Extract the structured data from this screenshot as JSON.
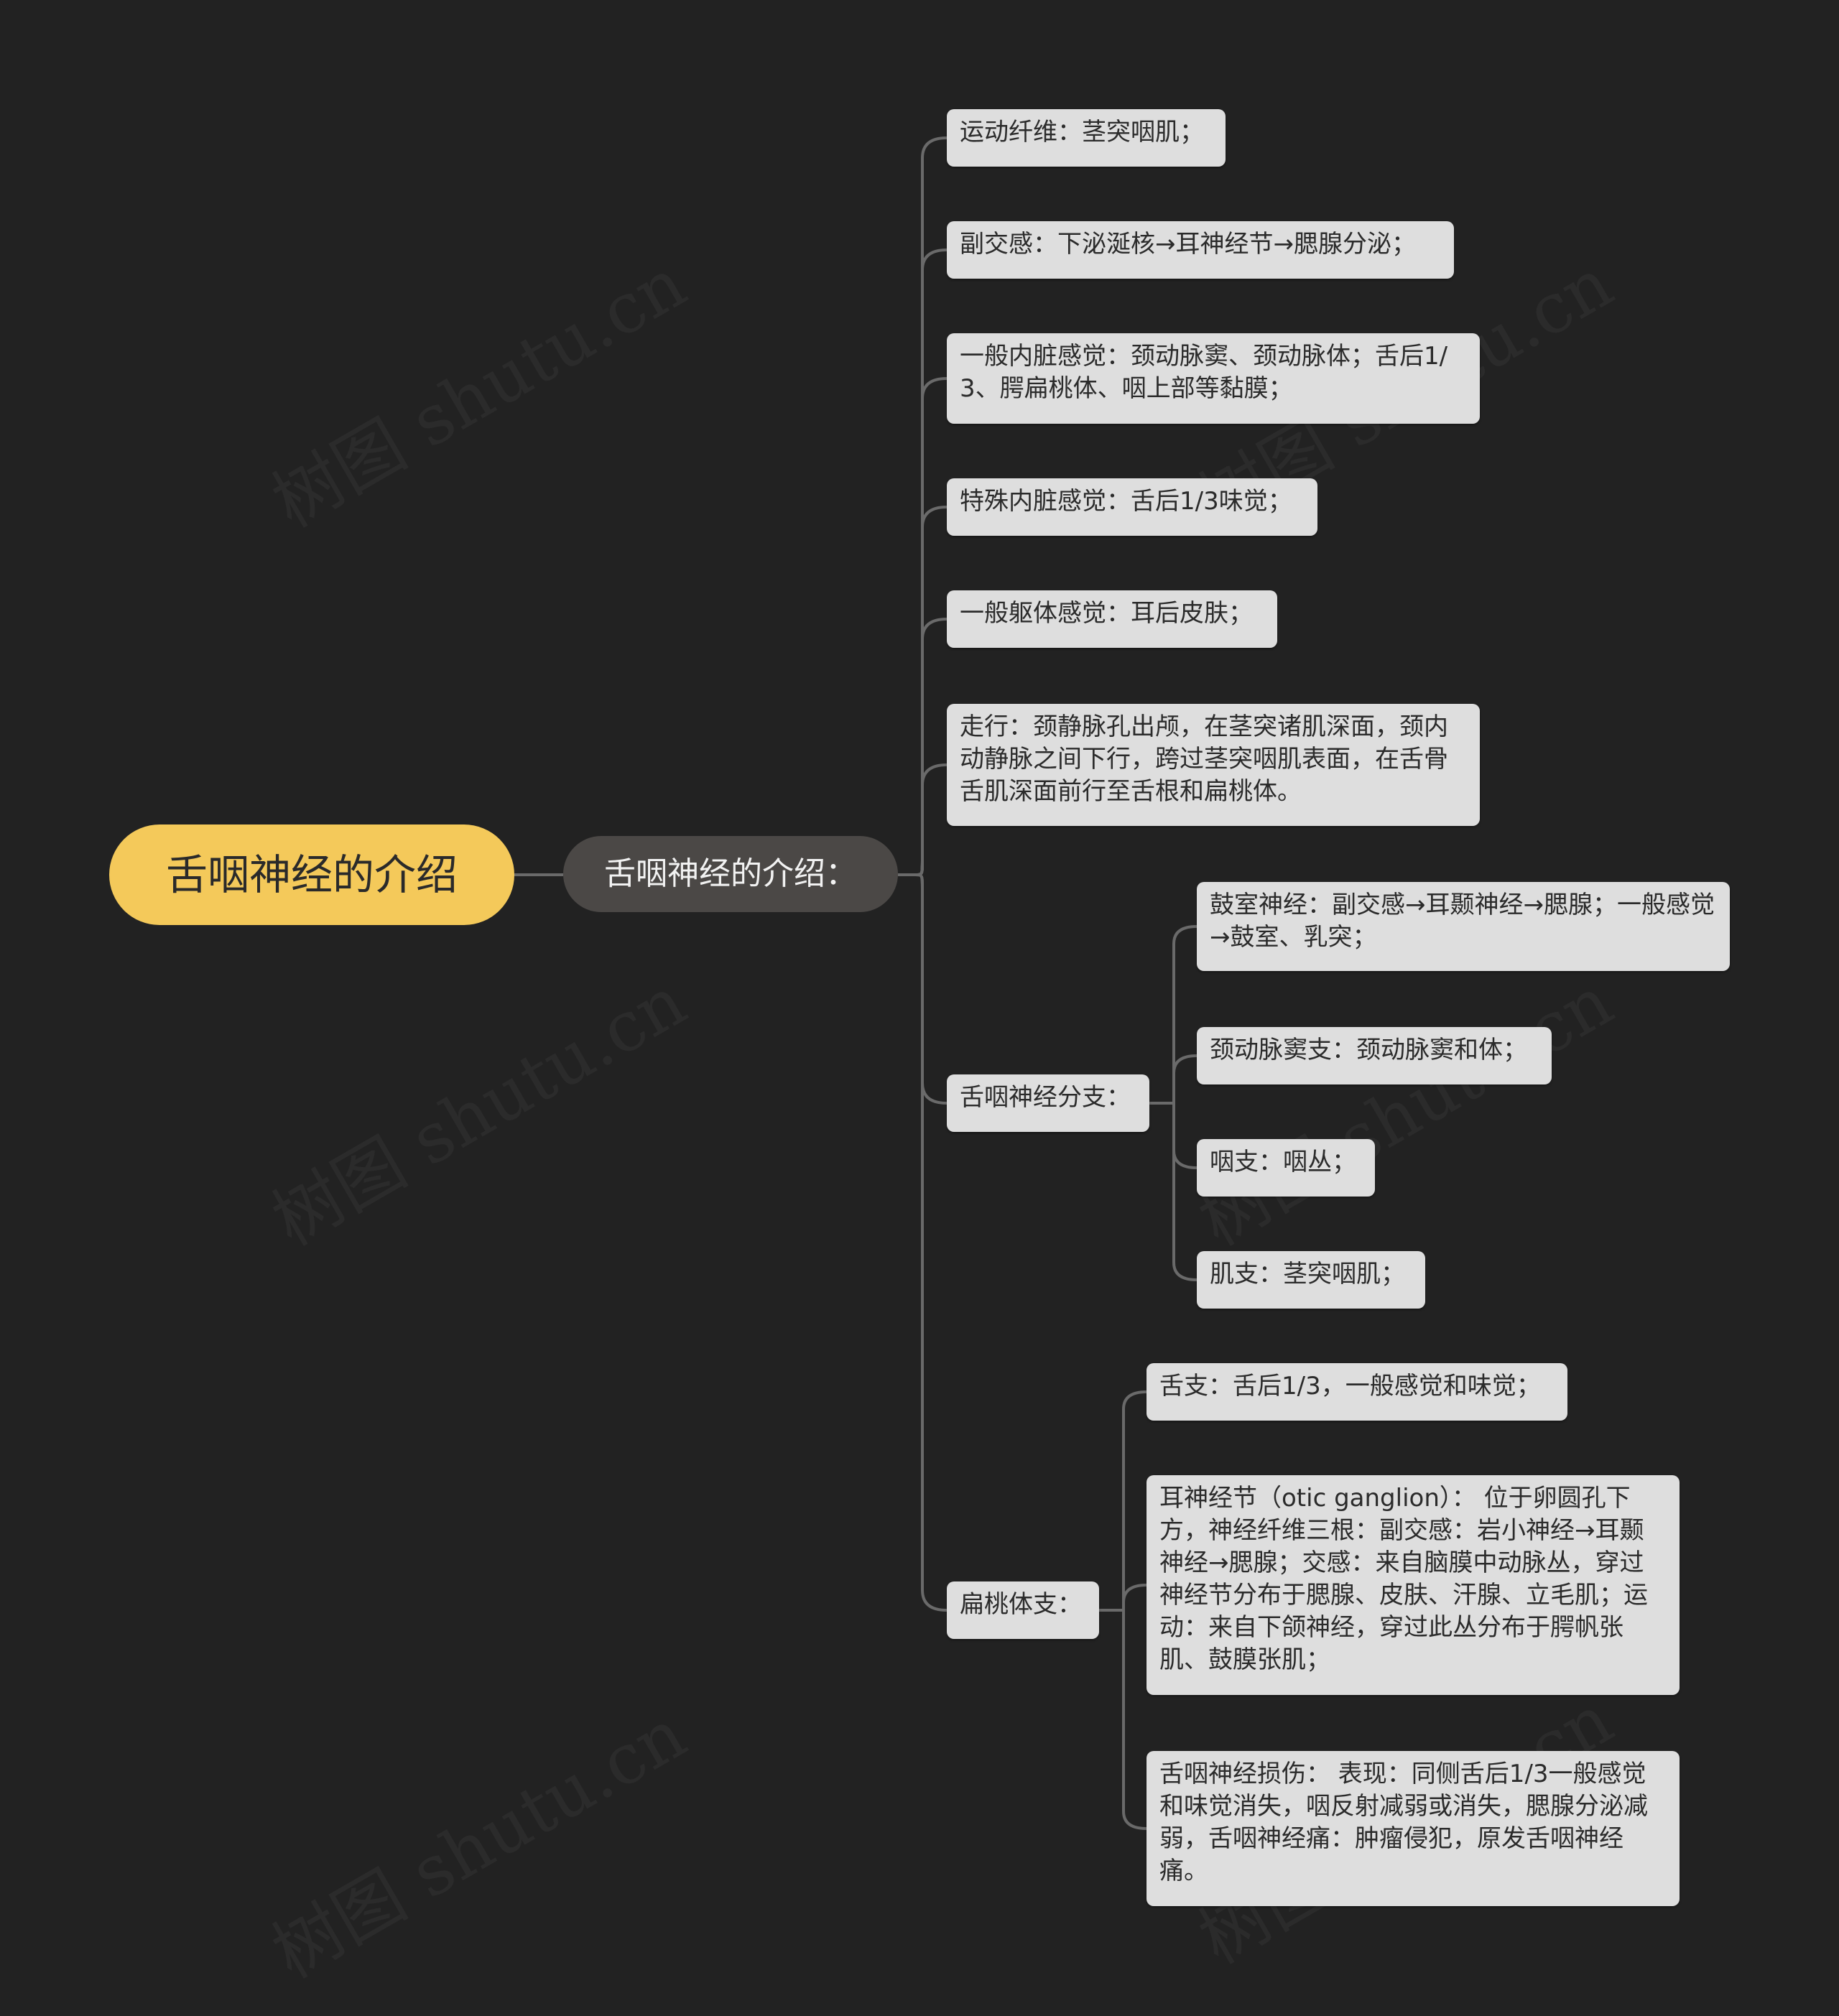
{
  "root": {
    "label": "舌咽神经的介绍"
  },
  "intro": {
    "label": "舌咽神经的介绍："
  },
  "items": {
    "motor": "运动纤维：茎突咽肌；",
    "parasym": "副交感：下泌涎核→耳神经节→腮腺分泌；",
    "gvs": "一般内脏感觉：颈动脉窦、颈动脉体；舌后1/3、腭扁桃体、咽上部等黏膜；",
    "svs": "特殊内脏感觉：舌后1/3味觉；",
    "gss": "一般躯体感觉：耳后皮肤；",
    "course": "走行：颈静脉孔出颅，在茎突诸肌深面，颈内动静脉之间下行，跨过茎突咽肌表面，在舌骨舌肌深面前行至舌根和扁桃体。",
    "branches": "舌咽神经分支：",
    "tonsil": "扁桃体支："
  },
  "branches": {
    "tympanic": "鼓室神经：副交感→耳颞神经→腮腺；一般感觉→鼓室、乳突；",
    "sinus": "颈动脉窦支：颈动脉窦和体；",
    "pharyngeal": "咽支：咽丛；",
    "muscular": "肌支：茎突咽肌；"
  },
  "tonsil_children": {
    "lingual": "舌支：舌后1/3，一般感觉和味觉；",
    "otic": "耳神经节（otic ganglion）： 位于卵圆孔下方，神经纤维三根：副交感：岩小神经→耳颞神经→腮腺；交感：来自脑膜中动脉丛，穿过神经节分布于腮腺、皮肤、汗腺、立毛肌；运动：来自下颌神经，穿过此丛分布于腭帆张肌、鼓膜张肌；",
    "injury": "舌咽神经损伤： 表现：同侧舌后1/3一般感觉和味觉消失，咽反射减弱或消失，腮腺分泌减弱，舌咽神经痛：肿瘤侵犯，原发舌咽神经痛。"
  },
  "watermark": "树图 shutu.cn",
  "colors": {
    "background": "#222222",
    "root": "#f4c95a",
    "intro": "#4b4846",
    "node": "#dedede",
    "line": "#6a6a6a"
  }
}
